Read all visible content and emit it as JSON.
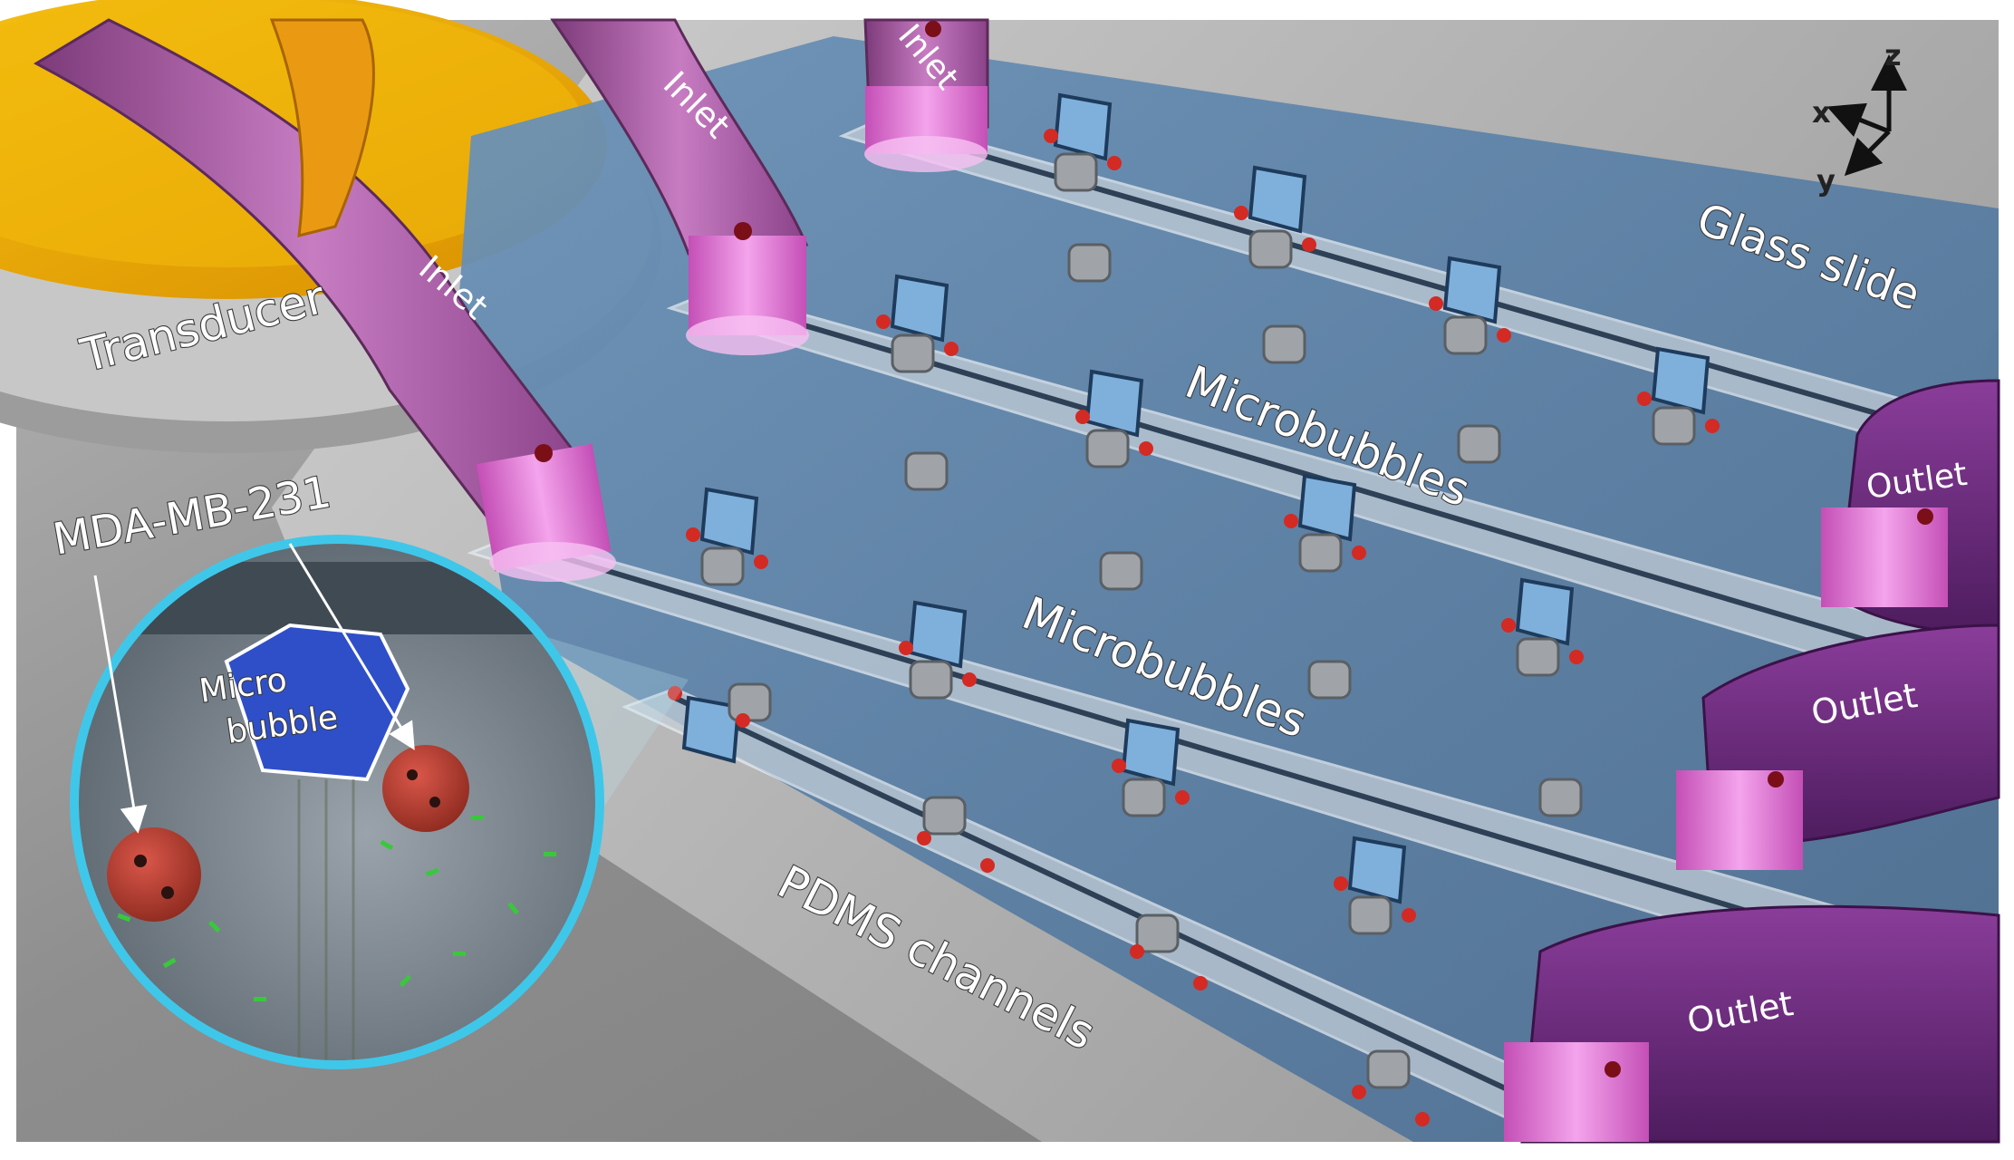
{
  "labels": {
    "transducer": "Transducer",
    "inlet_1": "Inlet",
    "inlet_2": "Inlet",
    "inlet_3": "Inlet",
    "outlet_1": "Outlet",
    "outlet_2": "Outlet",
    "outlet_3": "Outlet",
    "microbubbles_1": "Microbubbles",
    "microbubbles_2": "Microbubbles",
    "pdms_channels": "PDMS channels",
    "glass_slide": "Glass slide",
    "cell_line": "MDA-MB-231",
    "inset_bubble_line1": "Micro",
    "inset_bubble_line2": "bubble"
  },
  "axes": {
    "x": "x",
    "y": "y",
    "z": "z"
  },
  "colors": {
    "transducer_gold": "#e8a200",
    "tube_purple": "#a0509c",
    "tube_pink": "#e06fd0",
    "outlet_purple": "#6a2a7a",
    "chip_blue": "#5f86aa",
    "channel_glass": "#c9d3dc",
    "cell_red": "#b53a2b",
    "inset_ring": "#3fc7ea"
  }
}
